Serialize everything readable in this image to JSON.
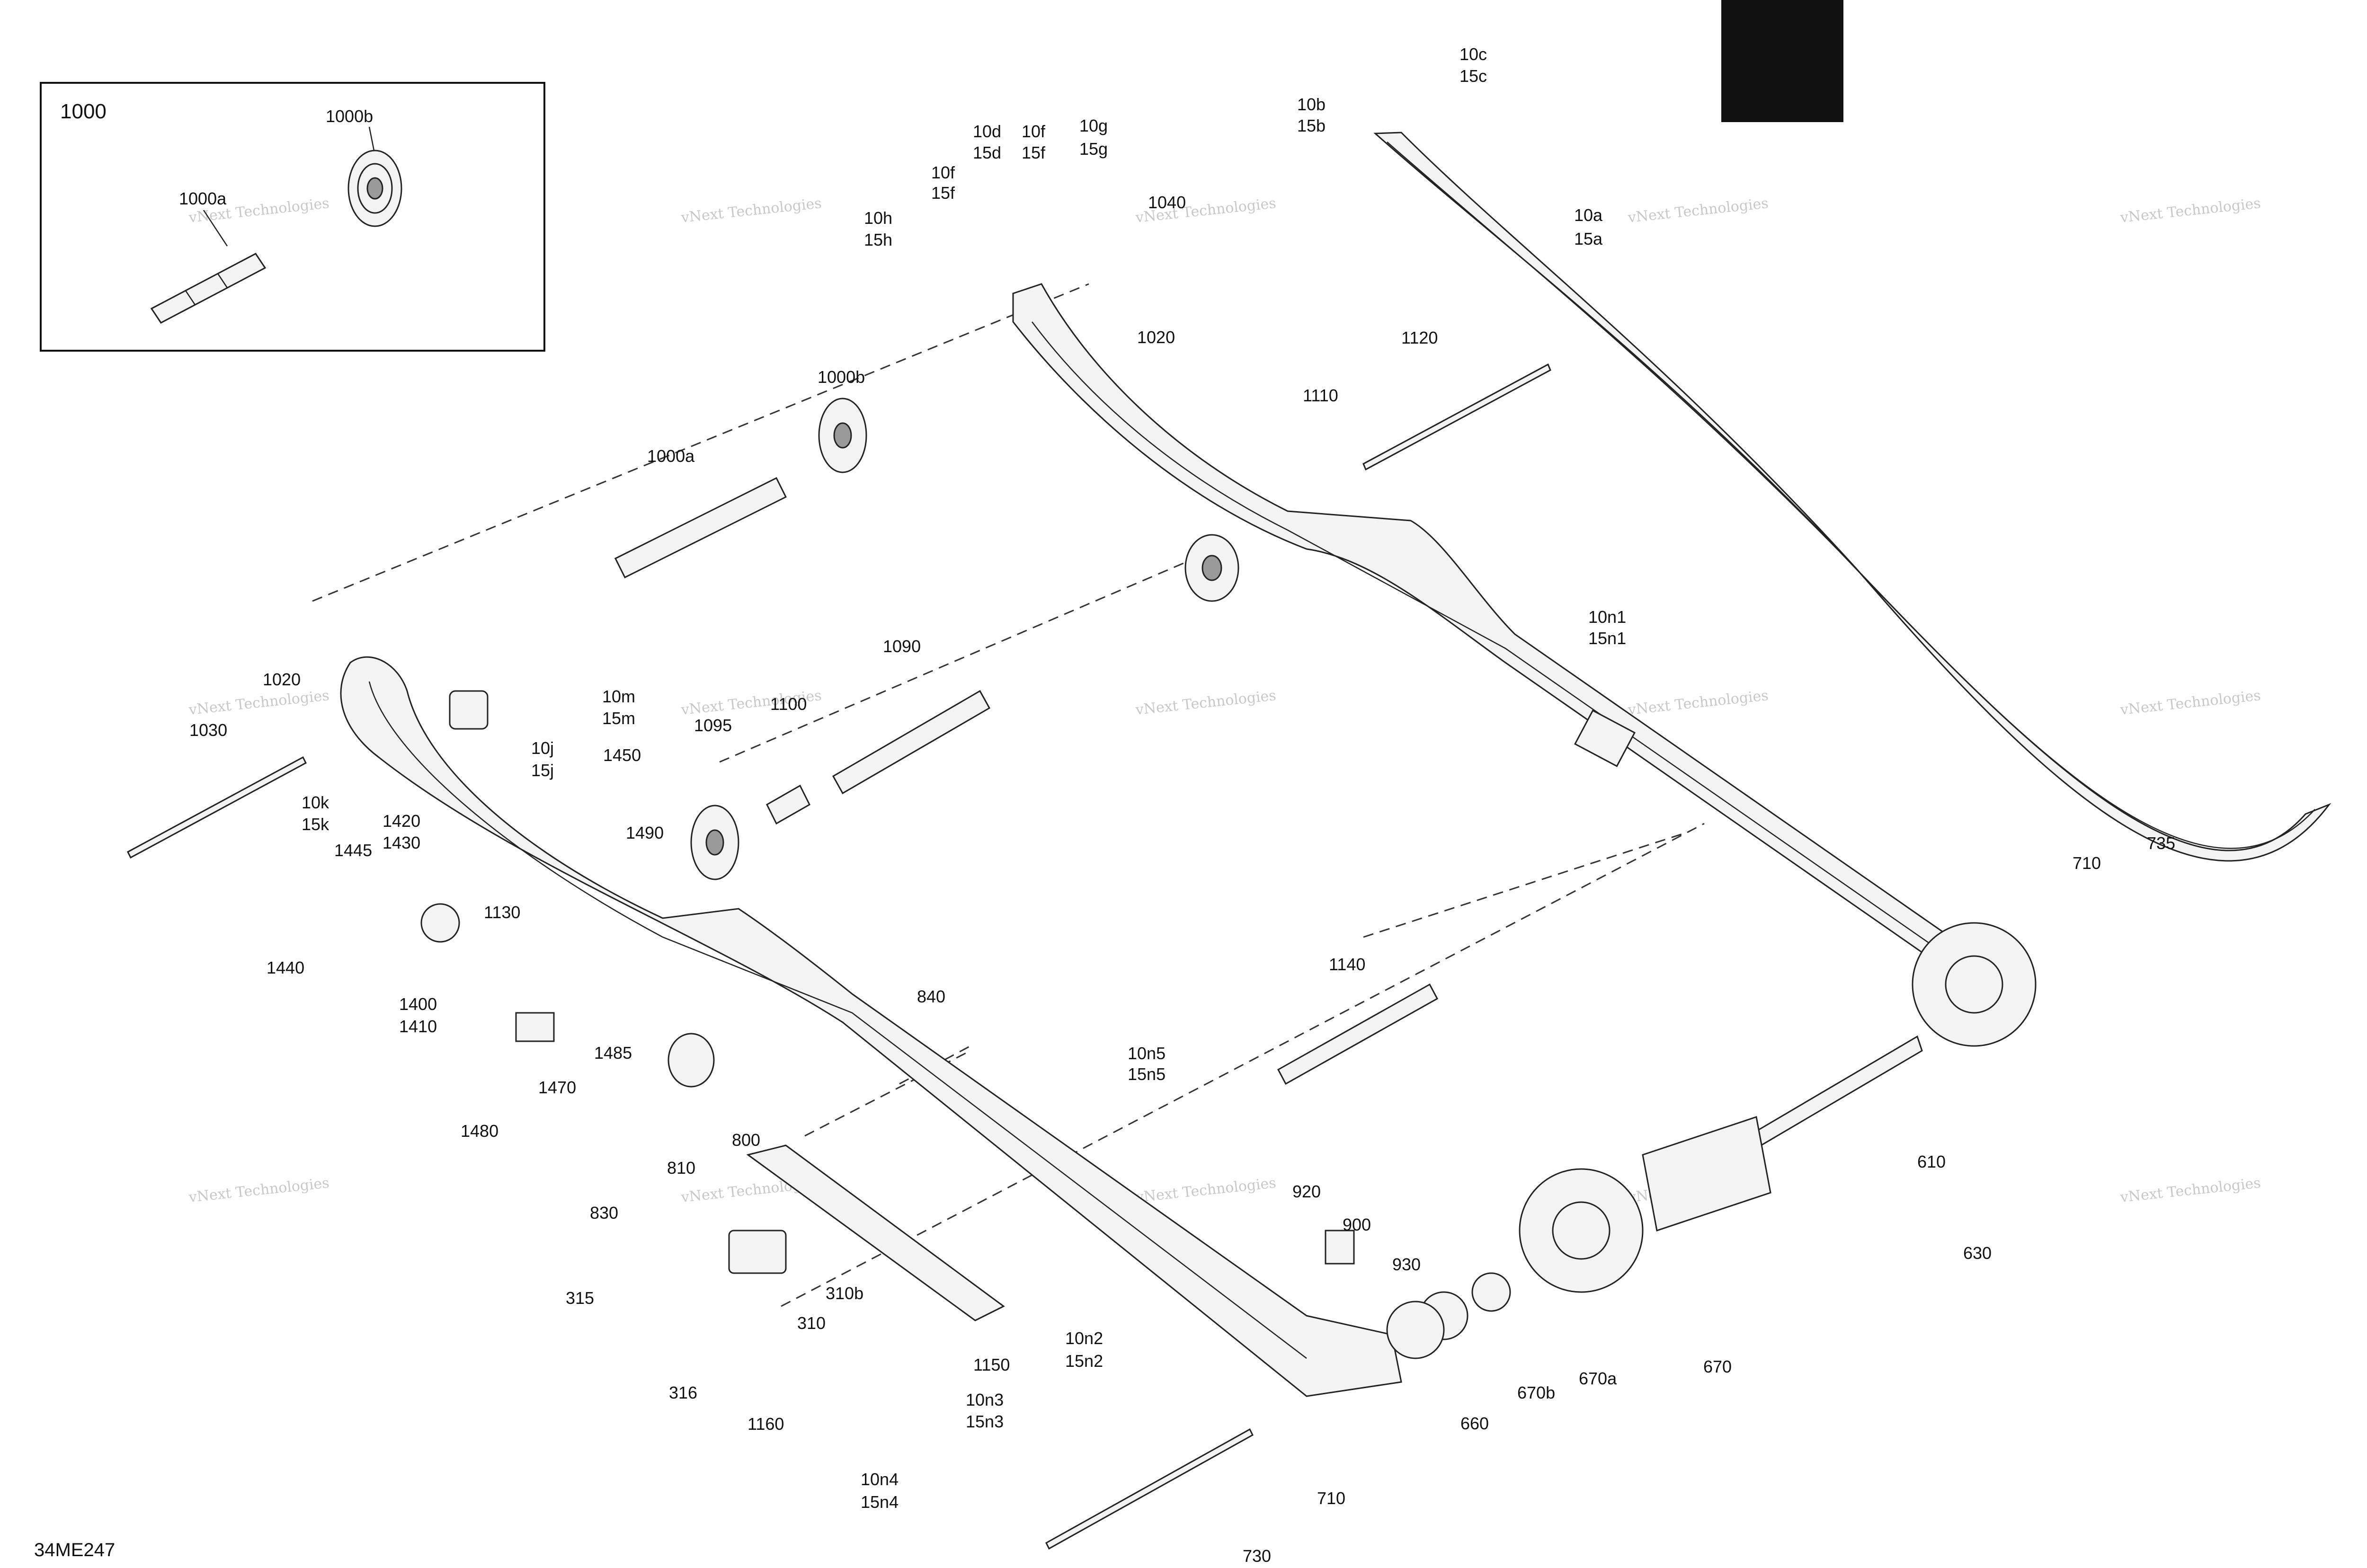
{
  "diagram_code": "34ME247",
  "inset": {
    "title": "1000",
    "labels": [
      "1000a",
      "1000b"
    ]
  },
  "watermark": {
    "line1": "vNext Technologies",
    "line2": "vNext\nTechnologies"
  },
  "part_labels": [
    "10c",
    "15c",
    "10b",
    "15b",
    "10a",
    "15a",
    "10g",
    "15g",
    "10d",
    "15d",
    "10f",
    "15f",
    "10f",
    "15f",
    "10h",
    "15h",
    "1040",
    "1020",
    "1000b",
    "1000a",
    "1120",
    "1110",
    "1020",
    "1030",
    "10m",
    "15m",
    "10j",
    "15j",
    "1450",
    "10k",
    "15k",
    "1420",
    "1430",
    "1445",
    "1440",
    "1090",
    "1100",
    "1095",
    "1490",
    "1130",
    "1400",
    "1410",
    "1485",
    "1470",
    "1480",
    "10n1",
    "15n1",
    "710",
    "735",
    "840",
    "1140",
    "10n5",
    "15n5",
    "800",
    "810",
    "830",
    "610",
    "630",
    "920",
    "900",
    "930",
    "315",
    "310b",
    "310",
    "316",
    "1150",
    "10n2",
    "15n2",
    "1160",
    "10n3",
    "15n3",
    "660",
    "670b",
    "670a",
    "670",
    "10n4",
    "15n4",
    "710",
    "730"
  ]
}
